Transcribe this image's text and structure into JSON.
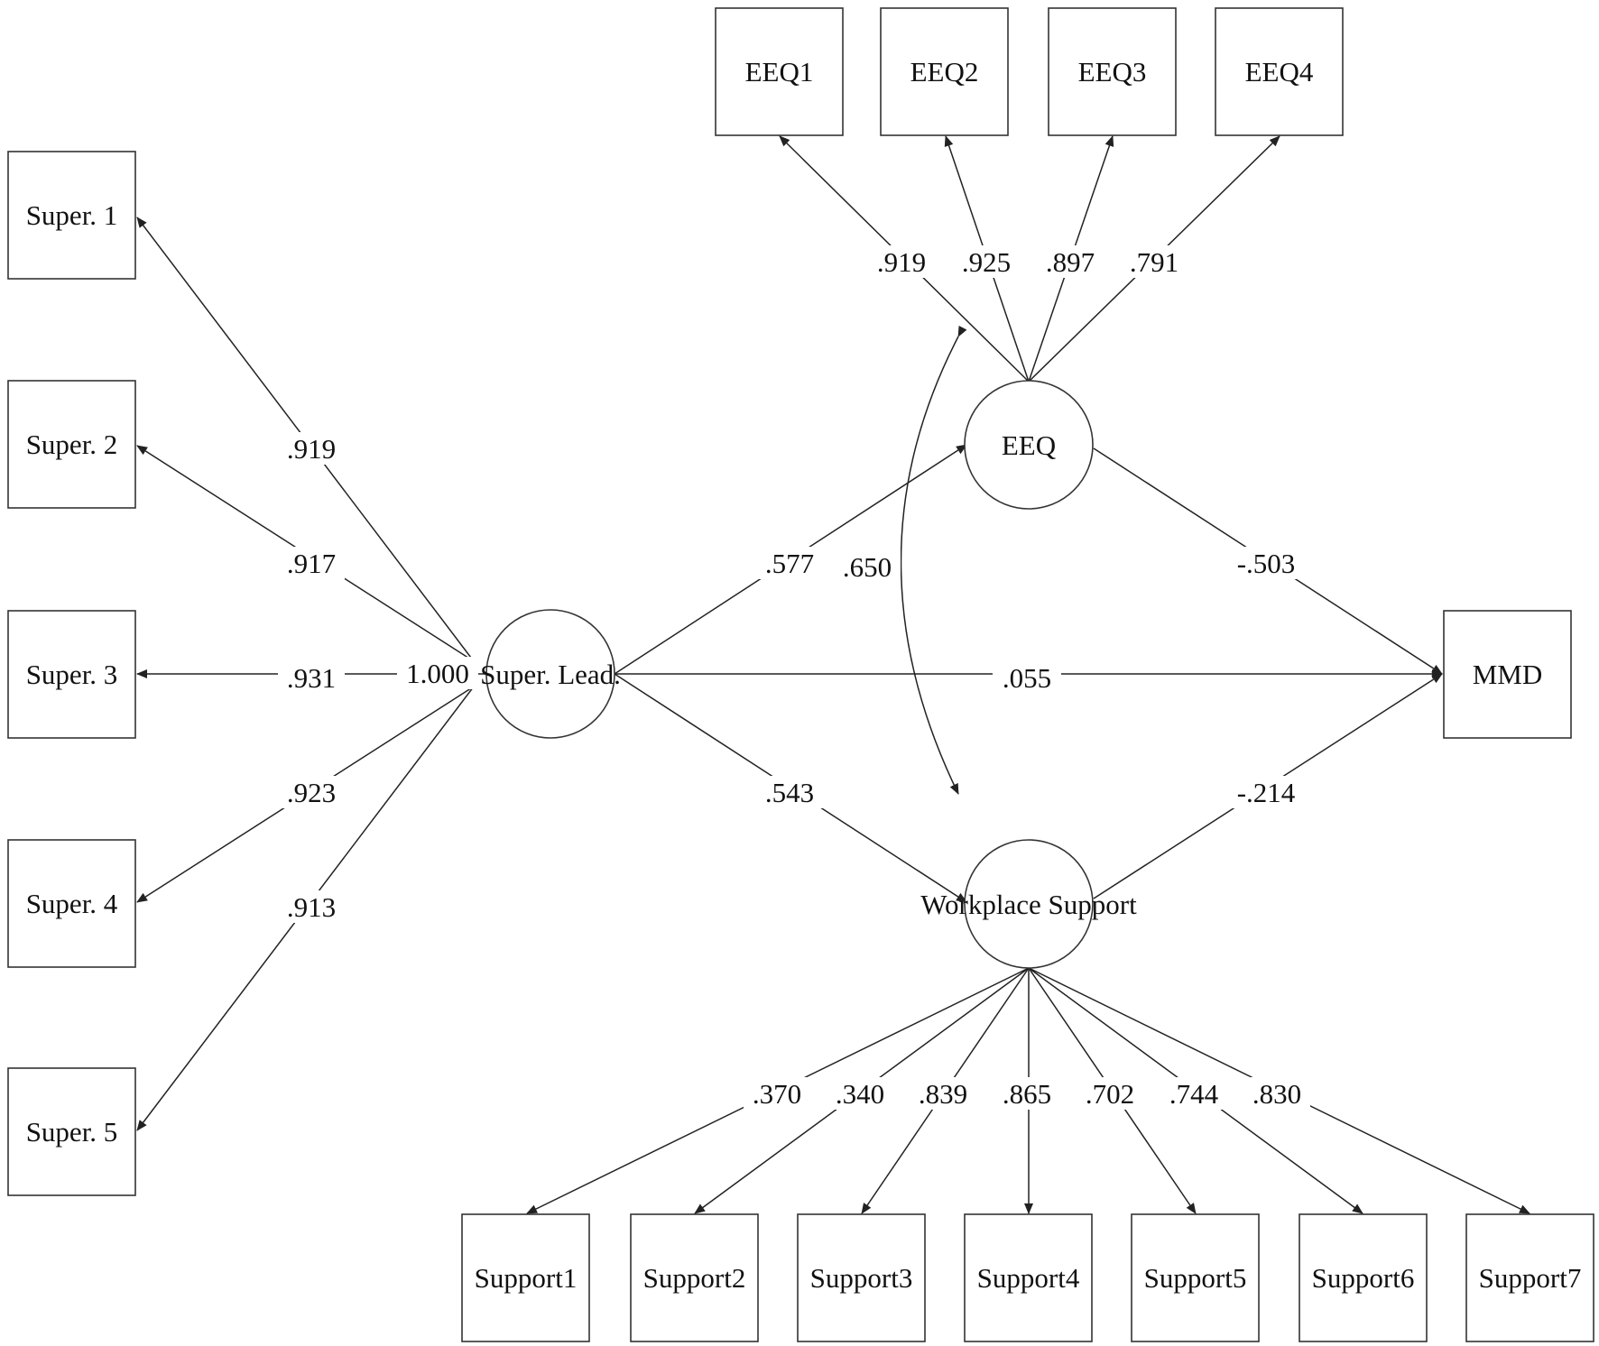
{
  "diagram": {
    "nodes": {
      "s1": {
        "label": "Super. 1"
      },
      "s2": {
        "label": "Super. 2"
      },
      "s3": {
        "label": "Super. 3"
      },
      "s4": {
        "label": "Super. 4"
      },
      "s5": {
        "label": "Super. 5"
      },
      "lead": {
        "label": "Super. Lead."
      },
      "eeq": {
        "label": "EEQ"
      },
      "ws": {
        "label": "Workplace Support"
      },
      "mmd": {
        "label": "MMD"
      },
      "eeq1": {
        "label": "EEQ1"
      },
      "eeq2": {
        "label": "EEQ2"
      },
      "eeq3": {
        "label": "EEQ3"
      },
      "eeq4": {
        "label": "EEQ4"
      },
      "sup1": {
        "label": "Support1"
      },
      "sup2": {
        "label": "Support2"
      },
      "sup3": {
        "label": "Support3"
      },
      "sup4": {
        "label": "Support4"
      },
      "sup5": {
        "label": "Support5"
      },
      "sup6": {
        "label": "Support6"
      },
      "sup7": {
        "label": "Support7"
      }
    },
    "edges": {
      "lead_s1": ".919",
      "lead_s2": ".917",
      "lead_s3": ".931",
      "lead_s4": ".923",
      "lead_s5": ".913",
      "lead_self": "1.000",
      "lead_eeq": ".577",
      "lead_ws": ".543",
      "lead_mmd": ".055",
      "eeq_mmd": "-.503",
      "ws_mmd": "-.214",
      "eeq_ws": ".650",
      "eeq_eeq1": ".919",
      "eeq_eeq2": ".925",
      "eeq_eeq3": ".897",
      "eeq_eeq4": ".791",
      "ws_sup1": ".370",
      "ws_sup2": ".340",
      "ws_sup3": ".839",
      "ws_sup4": ".865",
      "ws_sup5": ".702",
      "ws_sup6": ".744",
      "ws_sup7": ".830"
    }
  }
}
